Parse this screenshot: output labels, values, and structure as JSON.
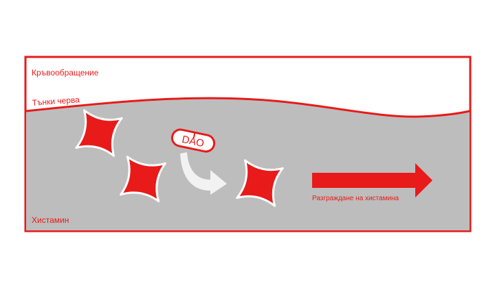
{
  "colors": {
    "accent": "#e81a1a",
    "intestine_fill": "#bdbdbd",
    "blood_fill": "#ffffff",
    "arrow_light": "#f2f2f2"
  },
  "labels": {
    "blood": "Кръвообращение",
    "intestine": "Тънки черва",
    "histamine": "Хистамин",
    "enzyme": "DAO",
    "breakdown": "Разграждане на хистамина"
  },
  "icons": [
    "histamine-molecule-icon",
    "dao-enzyme-icon",
    "curved-arrow-icon",
    "breakdown-arrow-icon"
  ]
}
